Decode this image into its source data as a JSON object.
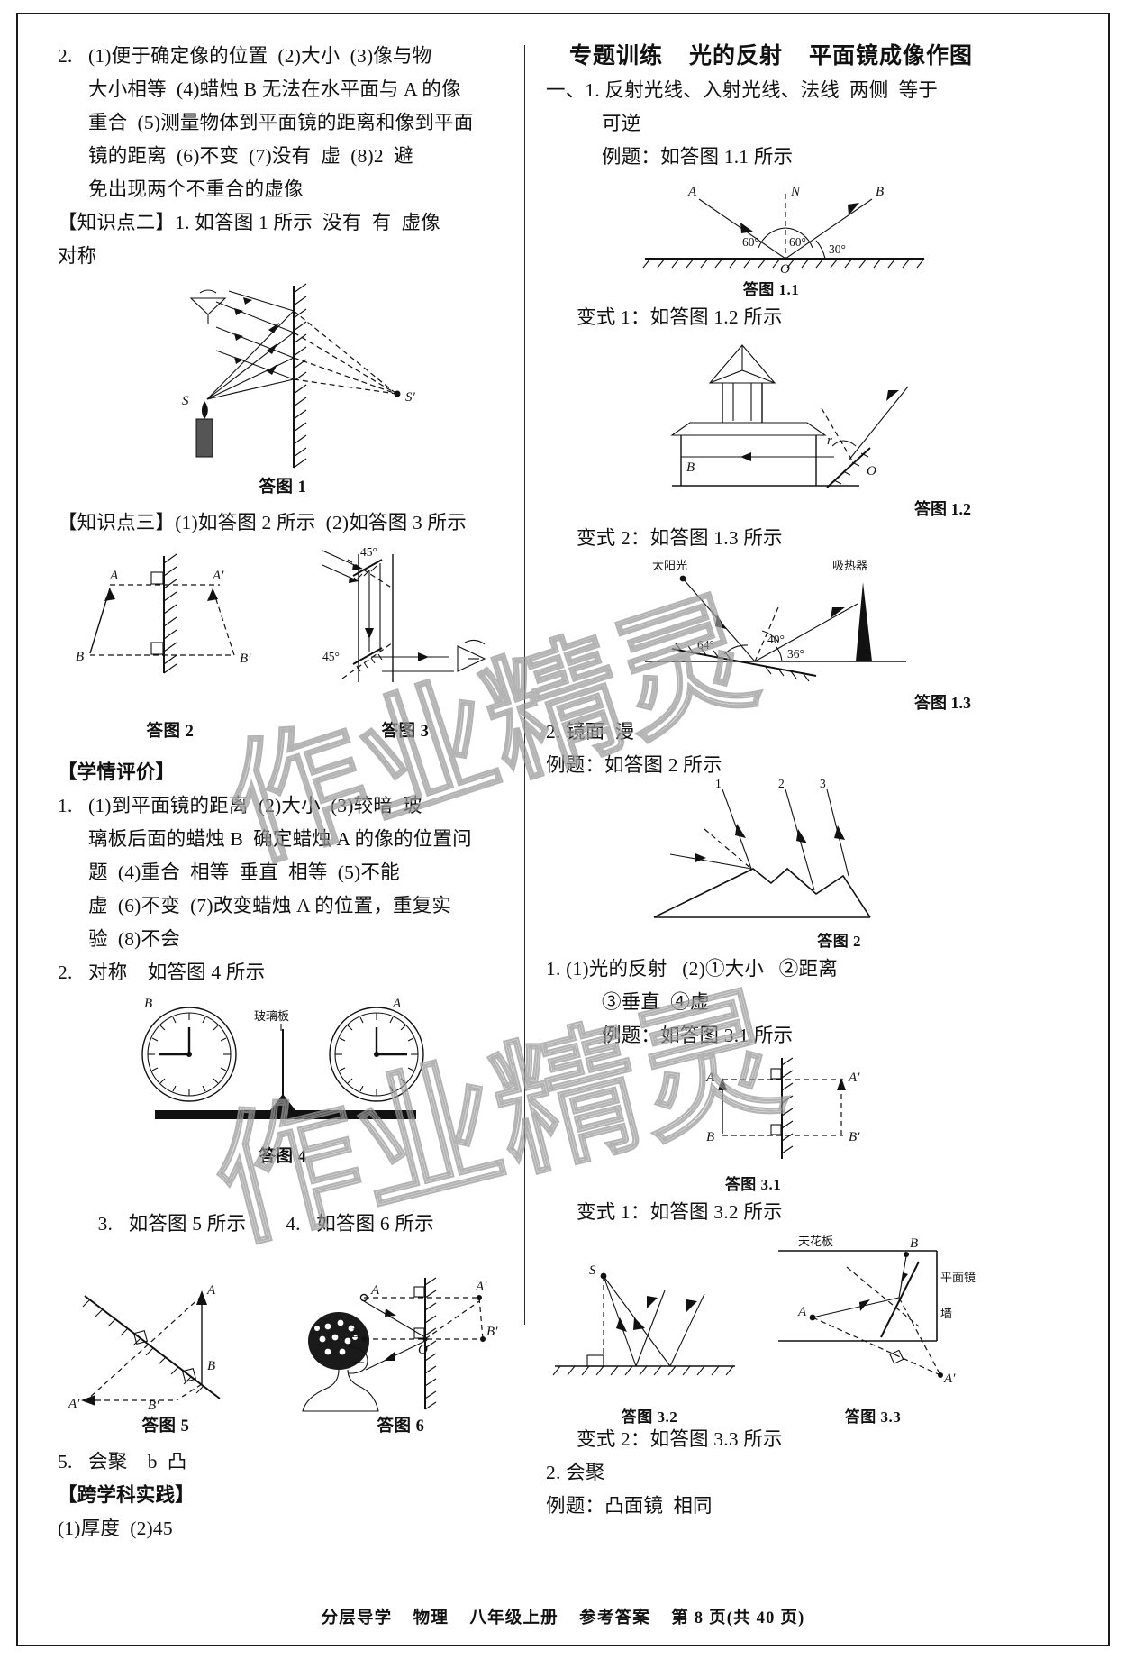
{
  "document": {
    "footer": "分层导学    物理    八年级上册    参考答案    第 8 页(共 40 页)"
  },
  "left_column": {
    "block_2": {
      "number": "2.",
      "lines": [
        "(1)便于确定像的位置  (2)大小  (3)像与物",
        "大小相等  (4)蜡烛 B 无法在水平面与 A 的像",
        "重合  (5)测量物体到平面镜的距离和像到平面",
        "镜的距离  (6)不变  (7)没有  虚  (8)2  避",
        "免出现两个不重合的虚像"
      ]
    },
    "knowledge_2": {
      "lines": [
        "【知识点二】1. 如答图 1 所示  没有  有  虚像",
        "对称"
      ]
    },
    "fig1_caption": "答图 1",
    "fig1_labels": {
      "s": "S",
      "s_prime": "S′"
    },
    "knowledge_3": {
      "line": "【知识点三】(1)如答图 2 所示  (2)如答图 3 所示"
    },
    "fig2_caption": "答图 2",
    "fig2_labels": {
      "a": "A",
      "a_prime": "A′",
      "b": "B",
      "b_prime": "B′"
    },
    "fig3_caption": "答图 3",
    "fig3_labels": {
      "angle_top": "45°",
      "angle_bottom": "45°"
    },
    "evaluation": {
      "heading": "【学情评价】",
      "item1": {
        "number": "1.",
        "lines": [
          "(1)到平面镜的距离  (2)大小  (3)较暗  玻",
          "璃板后面的蜡烛 B  确定蜡烛 A 的像的位置问",
          "题  (4)重合  相等  垂直  相等  (5)不能",
          "虚  (6)不变  (7)改变蜡烛 A 的位置，重复实",
          "验  (8)不会"
        ]
      },
      "item2": {
        "number": "2.",
        "text": "对称    如答图 4 所示"
      },
      "item3": {
        "number": "3.",
        "text": "如答图 5 所示"
      },
      "item4": {
        "number": "4.",
        "text": "如答图 6 所示"
      },
      "item5": {
        "number": "5.",
        "text": "会聚    b  凸"
      }
    },
    "fig4_caption": "答图 4",
    "fig4_labels": {
      "b": "B",
      "a": "A",
      "glass": "玻璃板"
    },
    "fig5_caption": "答图 5",
    "fig5_labels": {
      "a": "A",
      "b": "B",
      "a_prime": "A′",
      "b_prime": "B′"
    },
    "fig6_caption": "答图 6",
    "fig6_labels": {
      "a": "A",
      "b": "B",
      "a_prime": "A′",
      "b_prime": "B′",
      "o": "O"
    },
    "interdisciplinary": {
      "heading": "【跨学科实践】",
      "line": "(1)厚度  (2)45"
    }
  },
  "right_column": {
    "title": "专题训练    光的反射    平面镜成像作图",
    "section_1": {
      "lines": [
        "一、1. 反射光线、入射光线、法线  两侧  等于",
        "可逆",
        "例题：如答图 1.1 所示"
      ]
    },
    "fig1_1_caption": "答图 1.1",
    "fig1_1_labels": {
      "a": "A",
      "b": "B",
      "n": "N",
      "o": "O",
      "angle_left": "60°",
      "angle_right": "60°",
      "angle_far": "30°"
    },
    "variant_1": "变式 1：如答图 1.2 所示",
    "fig1_2_caption": "答图 1.2",
    "fig1_2_labels": {
      "b": "B",
      "o": "O",
      "r": "r"
    },
    "variant_2": "变式 2：如答图 1.3 所示",
    "fig1_3_caption": "答图 1.3",
    "fig1_3_labels": {
      "sun": "太阳光",
      "absorber": "吸热器",
      "angle_left": "64°",
      "angle_mid": "40°",
      "angle_right": "36°"
    },
    "section_2": {
      "lines": [
        "2. 镜面  漫",
        "例题：如答图 2 所示"
      ]
    },
    "fig2_caption": "答图 2",
    "fig2_labels": {
      "ray1": "1",
      "ray2": "2",
      "ray3": "3"
    },
    "section_3": {
      "lines": [
        "1. (1)光的反射   (2)①大小   ②距离",
        "③垂直  ④虚",
        "例题：如答图 3.1 所示"
      ]
    },
    "fig3_1_caption": "答图 3.1",
    "fig3_1_labels": {
      "a": "A",
      "b": "B",
      "a_prime": "A′",
      "b_prime": "B′"
    },
    "variant_3_1": "变式 1：如答图 3.2 所示",
    "fig3_2_caption": "答图 3.2",
    "fig3_2_labels": {
      "s": "S"
    },
    "fig3_3_caption": "答图 3.3",
    "fig3_3_labels": {
      "ceiling": "天花板",
      "mirror": "平面镜",
      "wall": "墙",
      "b": "B",
      "a": "A",
      "a_prime": "A′"
    },
    "variant_3_2": "变式 2：如答图 3.3 所示",
    "section_4": {
      "lines": [
        "2. 会聚",
        "例题：凸面镜  相同"
      ]
    }
  },
  "watermark": {
    "text": "作业精灵"
  }
}
